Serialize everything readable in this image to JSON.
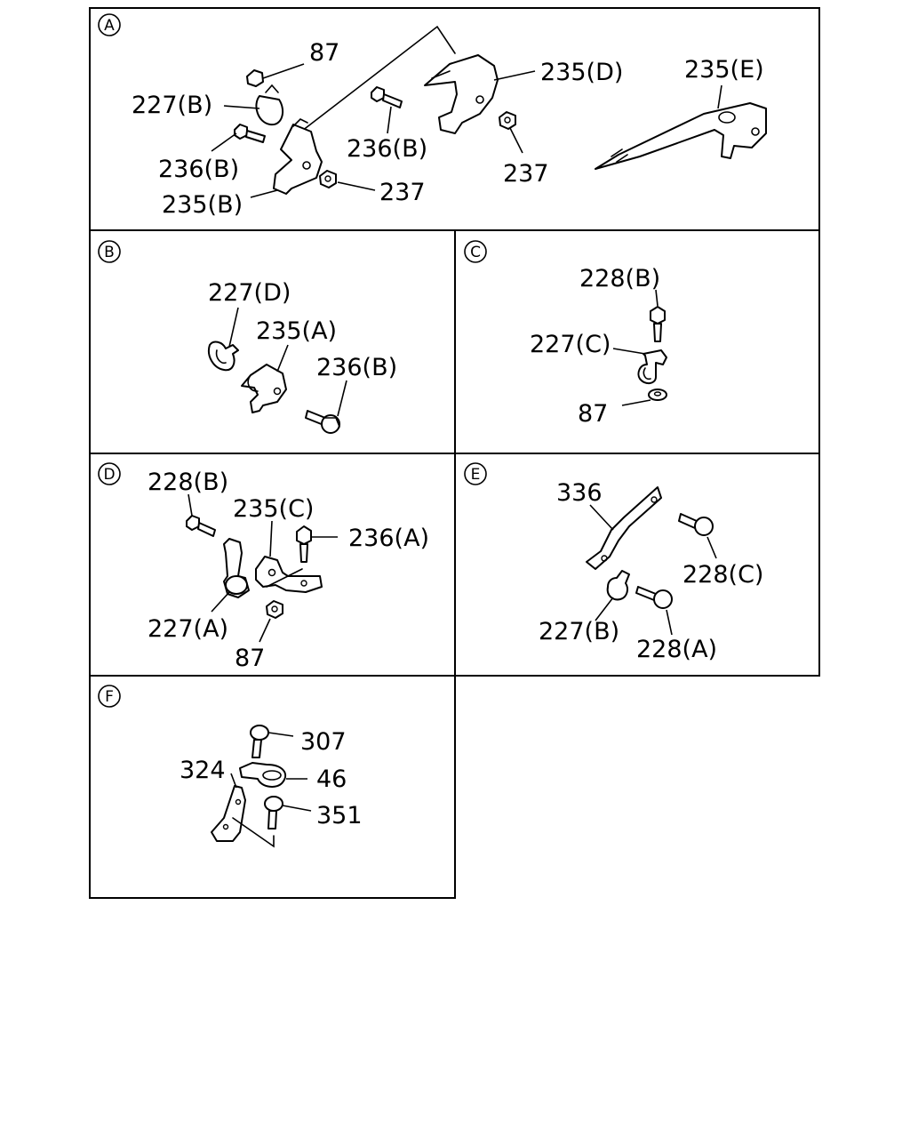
{
  "panels": {
    "A": {
      "letter": "A",
      "labels": {
        "p87": "87",
        "p227b": "227(B)",
        "p236b_left": "236(B)",
        "p235b": "235(B)",
        "p237_left": "237",
        "p235d": "235(D)",
        "p236b_mid": "236(B)",
        "p237_mid": "237",
        "p235e": "235(E)"
      }
    },
    "B": {
      "letter": "B",
      "labels": {
        "p227d": "227(D)",
        "p235a": "235(A)",
        "p236b": "236(B)"
      }
    },
    "C": {
      "letter": "C",
      "labels": {
        "p228b": "228(B)",
        "p227c": "227(C)",
        "p87": "87"
      }
    },
    "D": {
      "letter": "D",
      "labels": {
        "p228b": "228(B)",
        "p235c": "235(C)",
        "p236a": "236(A)",
        "p227a": "227(A)",
        "p87": "87"
      }
    },
    "E": {
      "letter": "E",
      "labels": {
        "p336": "336",
        "p228c": "228(C)",
        "p227b": "227(B)",
        "p228a": "228(A)"
      }
    },
    "F": {
      "letter": "F",
      "labels": {
        "p307": "307",
        "p324": "324",
        "p46": "46",
        "p351": "351"
      }
    }
  }
}
